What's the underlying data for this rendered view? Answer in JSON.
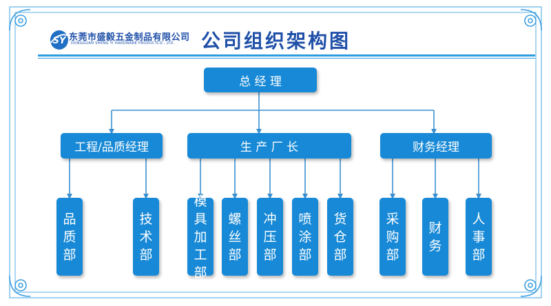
{
  "header": {
    "company_name": "东莞市盛毅五金制品有限公司",
    "company_name_en": "DONGGUAN SHENG YI HARDWARE PRODUCTCO., LTD.",
    "chart_title": "公司组织架构图",
    "logo_mark": "SY"
  },
  "org": {
    "root": "总 经 理",
    "managers": [
      {
        "label": "工程/品质经理",
        "departments": [
          "品质部",
          "技术部"
        ]
      },
      {
        "label": "生 产 厂 长",
        "departments": [
          "模具加工部",
          "螺丝部",
          "冲压部",
          "喷涂部",
          "货仓部"
        ]
      },
      {
        "label": "财务经理",
        "departments": [
          "采购部",
          "财务",
          "人事部"
        ]
      }
    ]
  },
  "colors": {
    "box": "#1789d6",
    "line": "#3a8fd0",
    "title": "#1f4fa8",
    "frame": "#6fb7e8"
  }
}
